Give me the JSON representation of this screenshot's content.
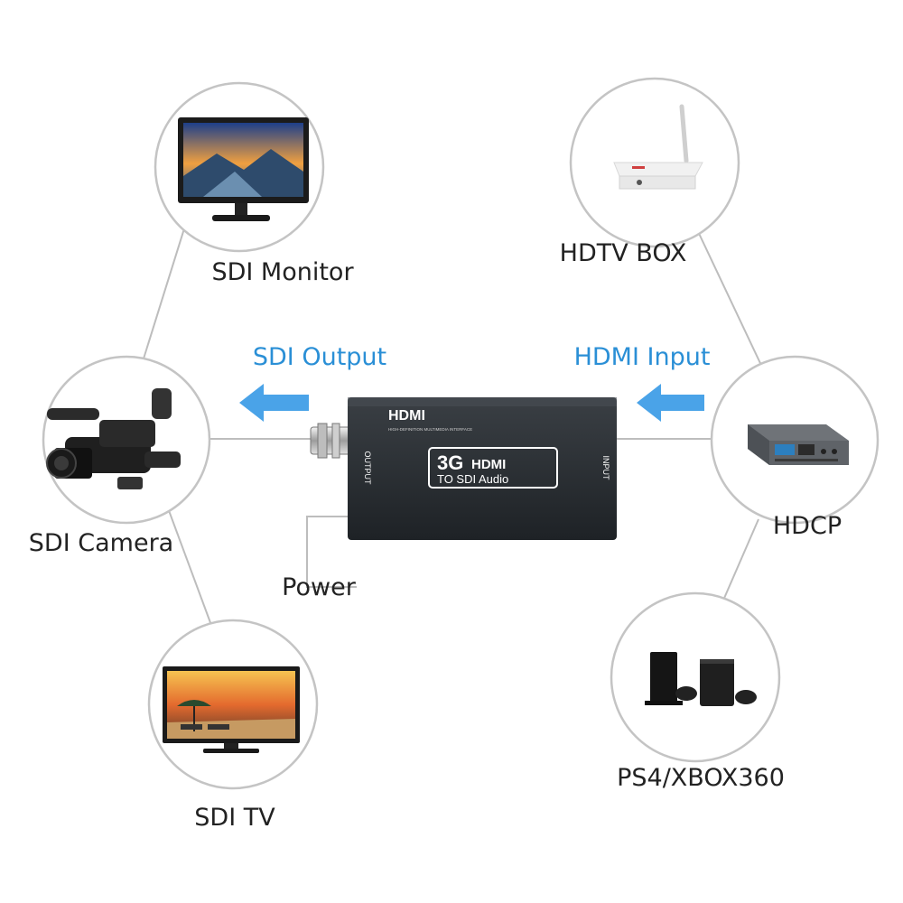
{
  "colors": {
    "line": "#bdbdbd",
    "circle_border": "#c4c4c4",
    "arrow_blue": "#4aa3e8",
    "device_body": "#2b2f33",
    "label_blue": "#2a8fd6",
    "label_dark": "#222222"
  },
  "nodes": {
    "sdi_monitor": {
      "label": "SDI Monitor",
      "icon": "monitor-icon"
    },
    "hdtv_box": {
      "label": "HDTV BOX",
      "icon": "set-top-box-icon"
    },
    "sdi_camera": {
      "label": "SDI Camera",
      "icon": "video-camera-icon"
    },
    "hdcp": {
      "label": "HDCP",
      "icon": "hdcp-tester-icon"
    },
    "sdi_tv": {
      "label": "SDI TV",
      "icon": "tv-icon"
    },
    "consoles": {
      "label": "PS4/XBOX360",
      "icon": "game-console-icon"
    }
  },
  "flows": {
    "output": {
      "label": "SDI Output",
      "icon": "arrow-left-icon"
    },
    "input": {
      "label": "HDMI Input",
      "icon": "arrow-left-icon"
    }
  },
  "power_label": "Power",
  "device": {
    "brand": "HDMI",
    "brand_tagline": "HIGH-DEFINITION MULTIMEDIA INTERFACE",
    "badge_top": "3G",
    "badge_hdmi": "HDMI",
    "badge_bottom": "TO SDI Audio",
    "port_output": "OUTPUT",
    "port_input": "INPUT"
  }
}
